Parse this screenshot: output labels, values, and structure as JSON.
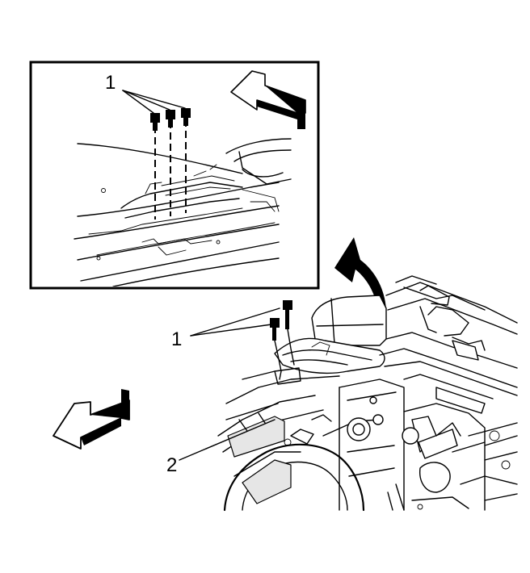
{
  "callouts": {
    "inset_fastener": "1",
    "main_fastener": "1",
    "bracket": "2"
  },
  "icons": [
    "direction-arrow-icon",
    "rotation-arrow-icon",
    "bolt-icon"
  ],
  "colors": {
    "ink": "#000000",
    "paper": "#ffffff"
  }
}
